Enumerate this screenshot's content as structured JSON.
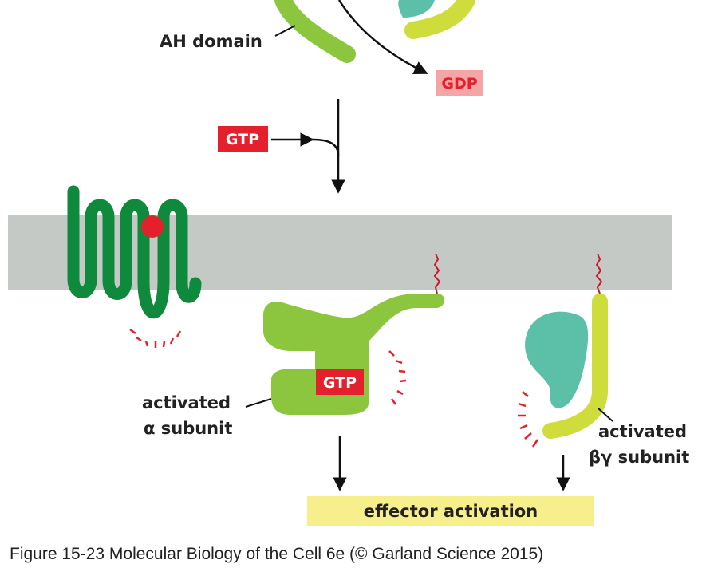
{
  "labels": {
    "ah_domain": "AH domain",
    "gdp": "GDP",
    "gtp_top": "GTP",
    "gtp_alpha": "GTP",
    "alpha_line1": "activated",
    "alpha_line2": "α subunit",
    "bg_line1": "activated",
    "bg_line2": "βγ subunit",
    "effector": "effector activation"
  },
  "caption": "Figure 15-23  Molecular Biology of the Cell 6e (© Garland Science 2015)",
  "colors": {
    "membrane": "#c4c9c5",
    "receptor": "#0f8a3c",
    "ligand": "#e3202b",
    "alpha": "#8cc63f",
    "beta": "#5cbfa8",
    "gamma": "#cfdd3c",
    "gtp_box": "#e3202b",
    "gdp_box": "#f4a5a5",
    "effector_box": "#f7ef8c"
  }
}
